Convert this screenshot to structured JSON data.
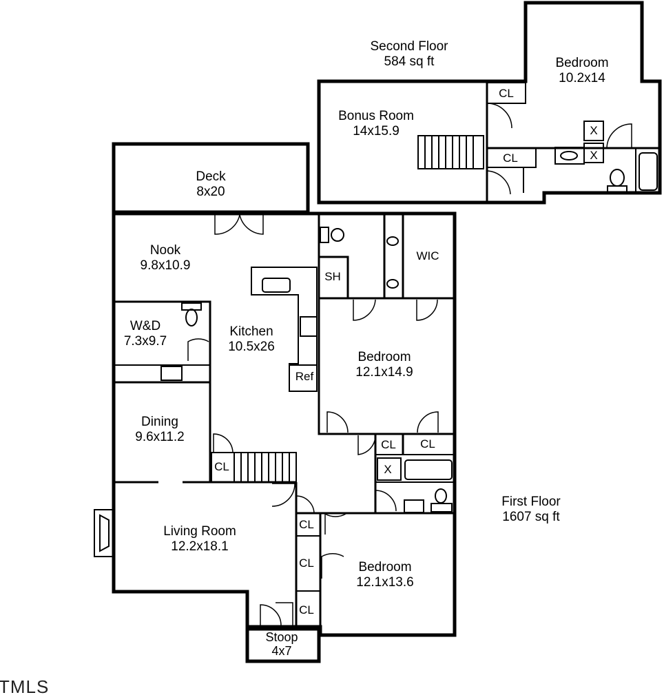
{
  "second_floor": {
    "title": "Second Floor",
    "area": "584 sq ft"
  },
  "first_floor": {
    "title": "First Floor",
    "area": "1607 sq ft"
  },
  "rooms": {
    "bonus_room": {
      "name": "Bonus Room",
      "size": "14x15.9"
    },
    "bedroom_upstairs": {
      "name": "Bedroom",
      "size": "10.2x14"
    },
    "deck": {
      "name": "Deck",
      "size": "8x20"
    },
    "nook": {
      "name": "Nook",
      "size": "9.8x10.9"
    },
    "wd": {
      "name": "W&D",
      "size": "7.3x9.7"
    },
    "kitchen": {
      "name": "Kitchen",
      "size": "10.5x26"
    },
    "bedroom_main": {
      "name": "Bedroom",
      "size": "12.1x14.9"
    },
    "dining": {
      "name": "Dining",
      "size": "9.6x11.2"
    },
    "living_room": {
      "name": "Living Room",
      "size": "12.2x18.1"
    },
    "bedroom_front": {
      "name": "Bedroom",
      "size": "12.1x13.6"
    },
    "stoop": {
      "name": "Stoop",
      "size": "4x7"
    }
  },
  "labels": {
    "closet": "CL",
    "wic": "WIC",
    "shower": "SH",
    "refrigerator": "Ref",
    "x": "X"
  },
  "watermark": "TMLS"
}
